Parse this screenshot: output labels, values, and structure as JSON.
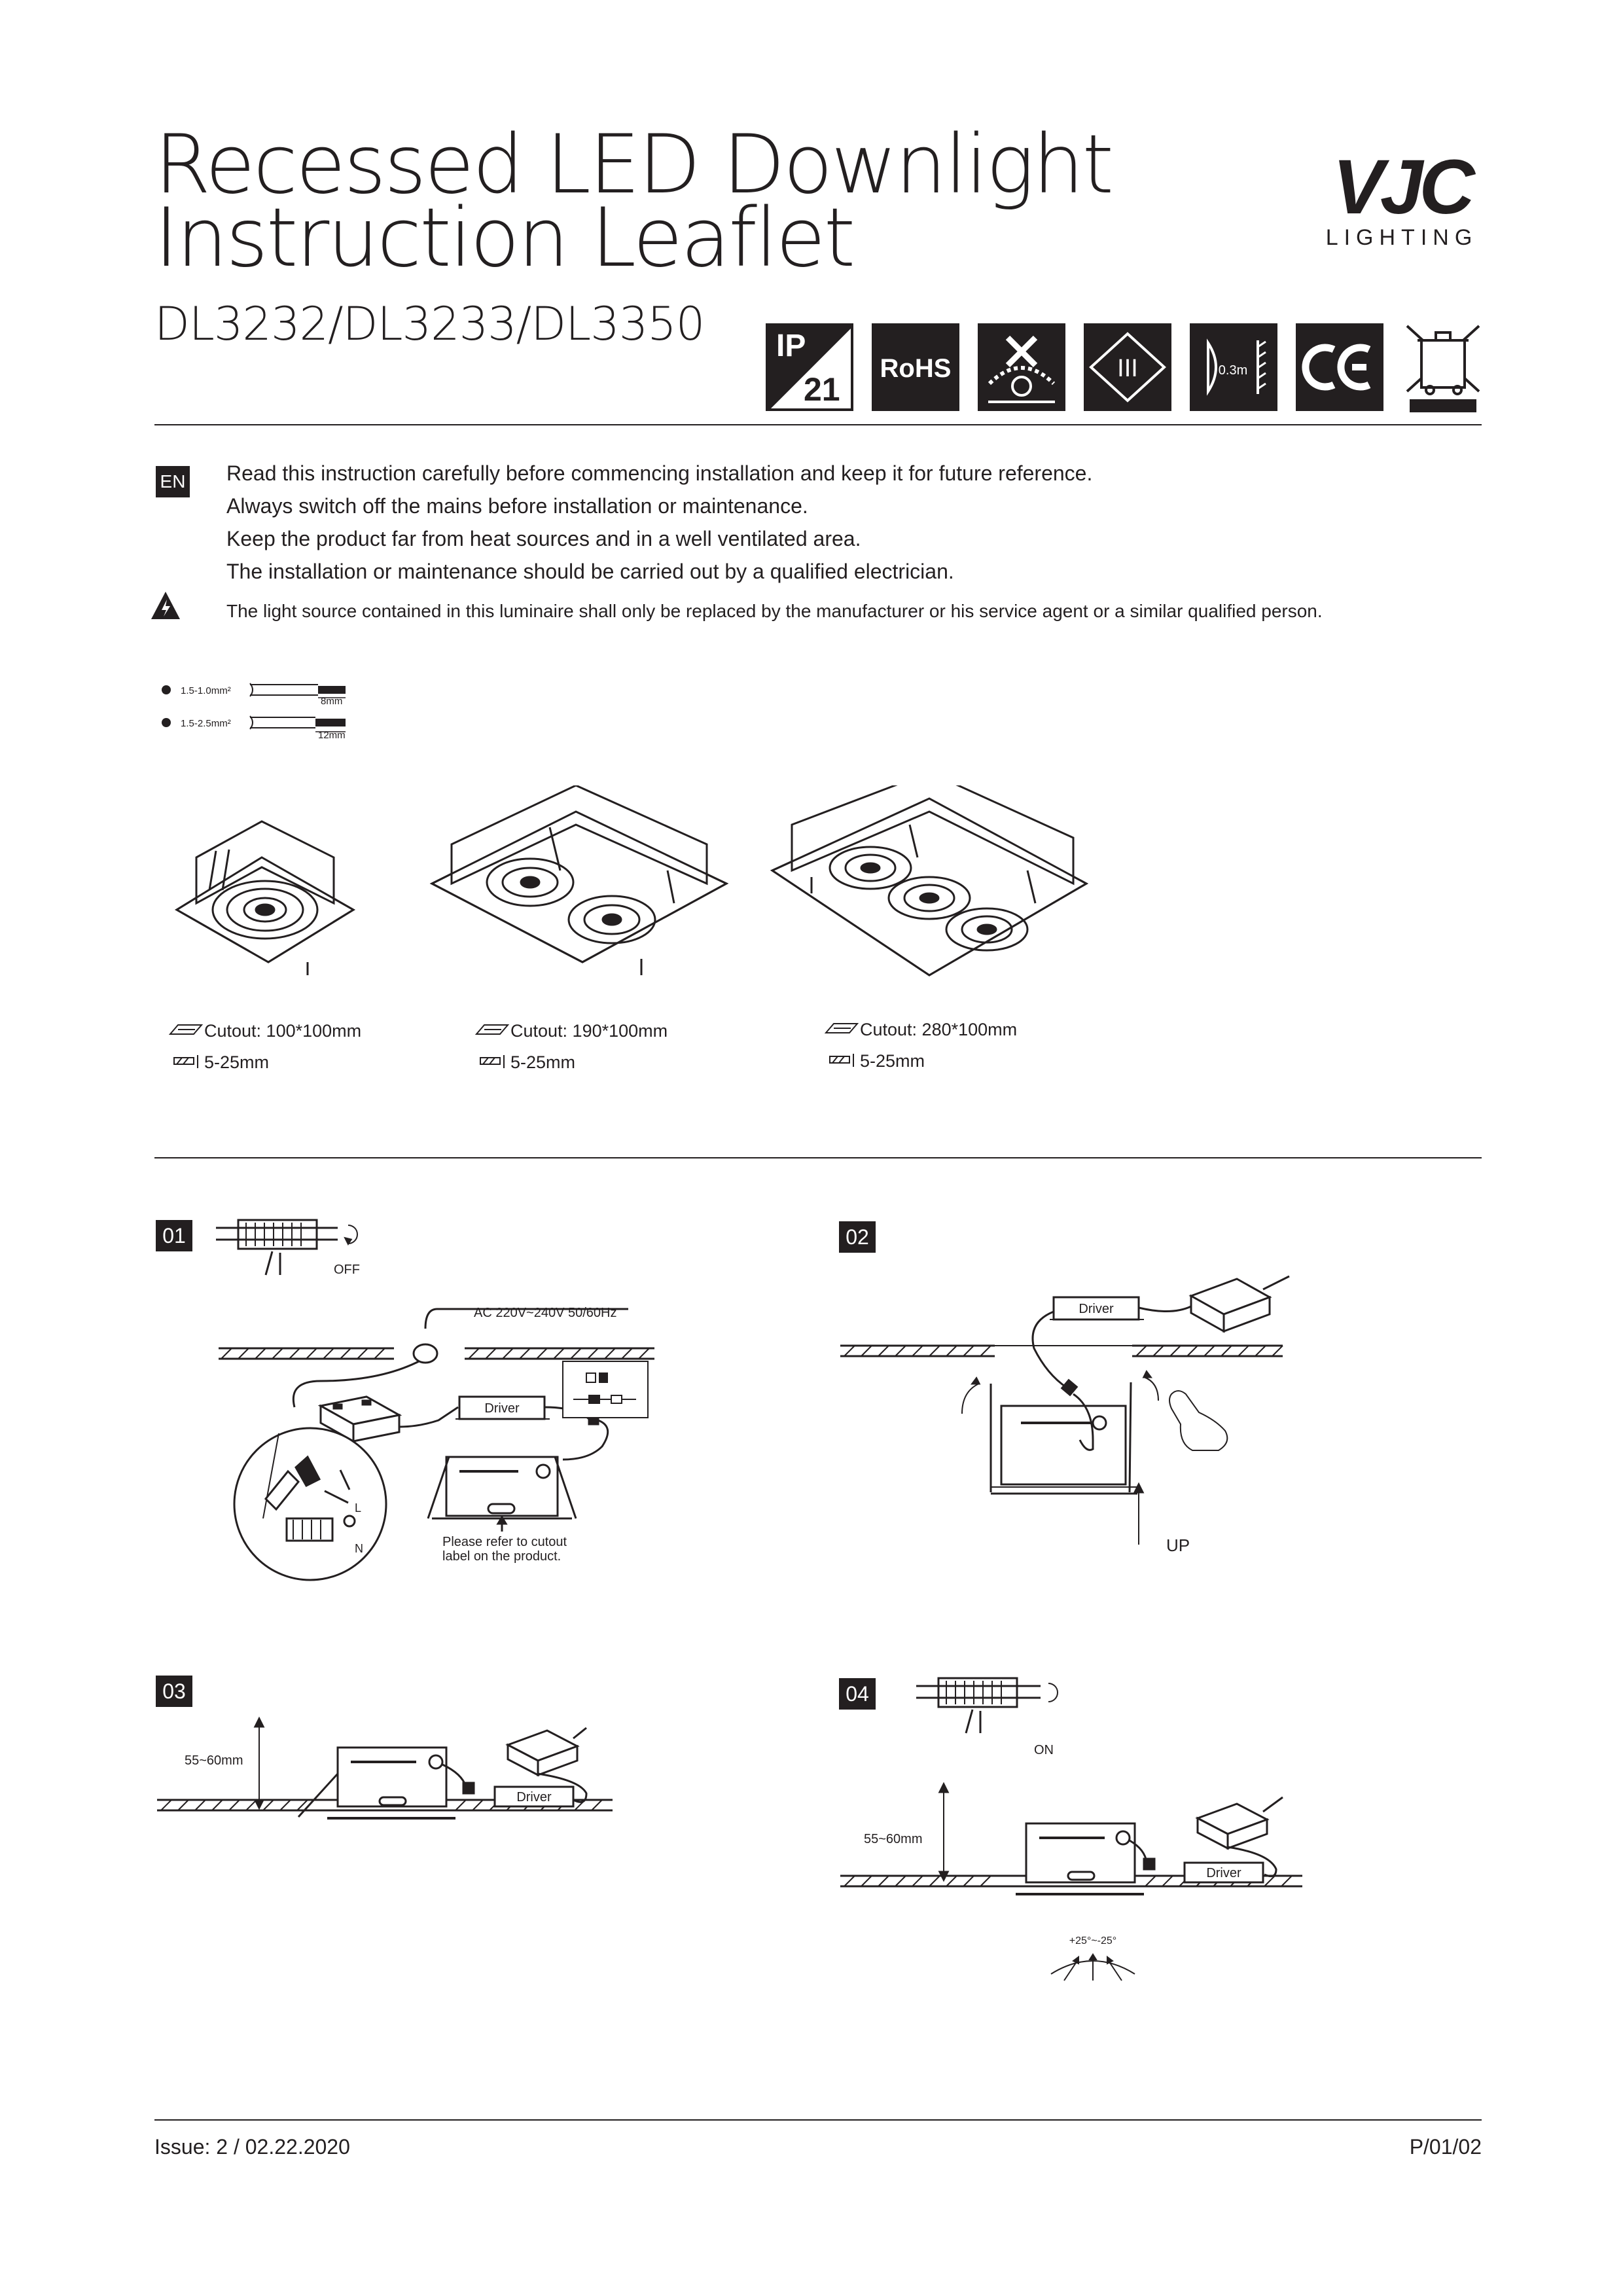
{
  "header": {
    "title_line1": "Recessed LED Downlight",
    "title_line2": "Instruction Leaflet",
    "models": "DL3232/DL3233/DL3350",
    "brand_main": "VJC",
    "brand_sub": "LIGHTING"
  },
  "cert_icons": {
    "ip_top": "IP",
    "ip_bottom": "21",
    "rohs": "RoHS",
    "class3": "III",
    "distance": "0.3m",
    "ce": "CE"
  },
  "intro": {
    "lang_code": "EN",
    "lines": [
      "Read this instruction carefully before commencing installation and keep it for future reference.",
      "Always switch off the mains before installation or maintenance.",
      "Keep the product far from heat sources and in a well ventilated area.",
      "The installation or maintenance should be carried out by a  qualified electrician."
    ],
    "warning": "The light source contained in this luminaire shall only be replaced by the manufacturer or his service agent or a similar qualified person."
  },
  "wires": [
    {
      "gauge": "1.5-1.0mm²",
      "strip": "8mm"
    },
    {
      "gauge": "1.5-2.5mm²",
      "strip": "12mm"
    }
  ],
  "products": [
    {
      "cutout": "Cutout: 100*100mm",
      "thickness": "5-25mm"
    },
    {
      "cutout": "Cutout: 190*100mm",
      "thickness": "5-25mm"
    },
    {
      "cutout": "Cutout: 280*100mm",
      "thickness": "5-25mm"
    }
  ],
  "steps": {
    "s01": {
      "number": "01",
      "off": "OFF",
      "supply": "AC 220V~240V 50/60Hz",
      "driver": "Driver",
      "live": "L",
      "neutral": "N",
      "note_line1": "Please refer to cutout",
      "note_line2": "label on the product."
    },
    "s02": {
      "number": "02",
      "driver": "Driver",
      "up": "UP"
    },
    "s03": {
      "number": "03",
      "depth": "55~60mm",
      "driver": "Driver"
    },
    "s04": {
      "number": "04",
      "on": "ON",
      "depth": "55~60mm",
      "driver": "Driver",
      "tilt": "+25°~-25°"
    }
  },
  "footer": {
    "issue": "Issue: 2  /  02.22.2020",
    "page": "P/01/02"
  }
}
